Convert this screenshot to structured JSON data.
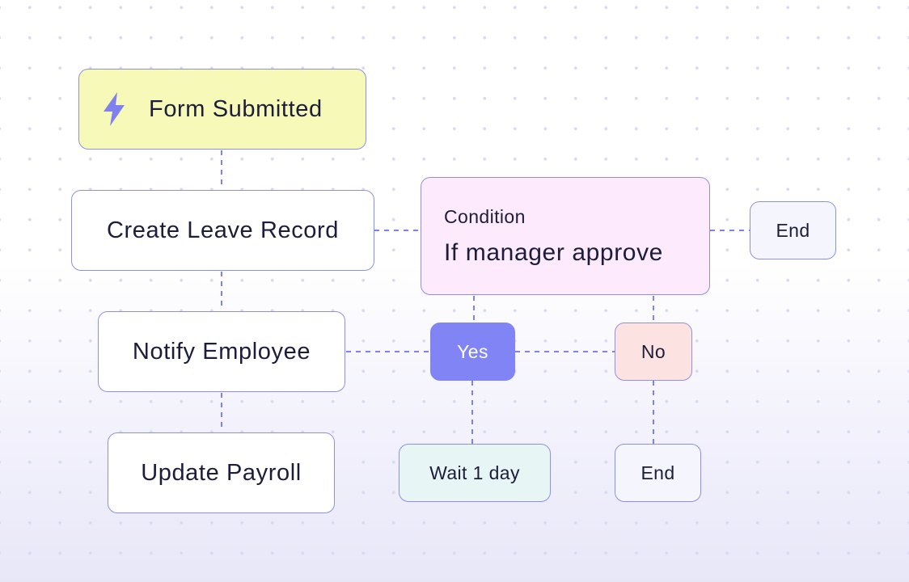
{
  "trigger": {
    "icon": "lightning-bolt-icon",
    "label": "Form Submitted"
  },
  "steps": {
    "create_leave_record": "Create Leave Record",
    "notify_employee": "Notify Employee",
    "update_payroll": "Update Payroll"
  },
  "condition": {
    "label": "Condition",
    "expression": "If manager approve"
  },
  "branches": {
    "yes": "Yes",
    "no": "No",
    "wait": "Wait 1 day",
    "end_top": "End",
    "end_bottom": "End"
  },
  "colors": {
    "connector": "#7f82ee",
    "border": "#8d90e6",
    "trigger_fill": "#f7f9b8",
    "condition_fill": "#fdeafc",
    "yes_fill": "#8184f5",
    "no_fill": "#fde2e2",
    "wait_fill": "#e7f5f5",
    "end_fill": "#f5f6fd",
    "text": "#1c1d3a"
  }
}
